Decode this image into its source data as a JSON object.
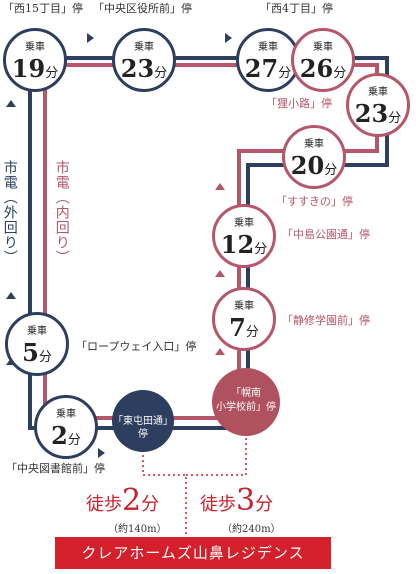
{
  "colors": {
    "navy": "#2d3e5e",
    "rose": "#b5566a",
    "red": "#d3202b"
  },
  "line_labels": {
    "outer": [
      "市電",
      "（外回り）"
    ],
    "inner": [
      "市電",
      "（内回り）"
    ]
  },
  "ride_label": "乗車",
  "minute_unit": "分",
  "stations": [
    {
      "id": "nishi15",
      "name": "「西15丁目」停",
      "minutes": "19"
    },
    {
      "id": "chuoku",
      "name": "「中央区役所前」停",
      "minutes": "23"
    },
    {
      "id": "nishi4",
      "name": "「西4丁目」停",
      "minutes_outer": "27",
      "minutes_inner": "26"
    },
    {
      "id": "tanukikoji",
      "name": "「狸小路」停",
      "minutes": "23"
    },
    {
      "id": "susukino",
      "name": "「すすきの」停",
      "minutes": "20"
    },
    {
      "id": "nakajima",
      "name": "「中島公園通」停",
      "minutes": "12"
    },
    {
      "id": "seishu",
      "name": "「静修学園前」停",
      "minutes": "7"
    },
    {
      "id": "ropeway",
      "name": "「ロープウェイ入口」停",
      "minutes": "5"
    },
    {
      "id": "toshokan",
      "name": "「中央図書館前」停",
      "minutes": "2"
    }
  ],
  "nearest": {
    "higashi": {
      "name": "「東屯田通」停"
    },
    "horonami": {
      "name_line1": "「幌南",
      "name_line2": "小学校前」停"
    }
  },
  "walks": [
    {
      "prefix": "徒歩",
      "minutes": "2",
      "unit": "分",
      "distance": "（約140m）"
    },
    {
      "prefix": "徒歩",
      "minutes": "3",
      "unit": "分",
      "distance": "（約240m）"
    }
  ],
  "destination": "クレアホームズ山鼻レジデンス"
}
